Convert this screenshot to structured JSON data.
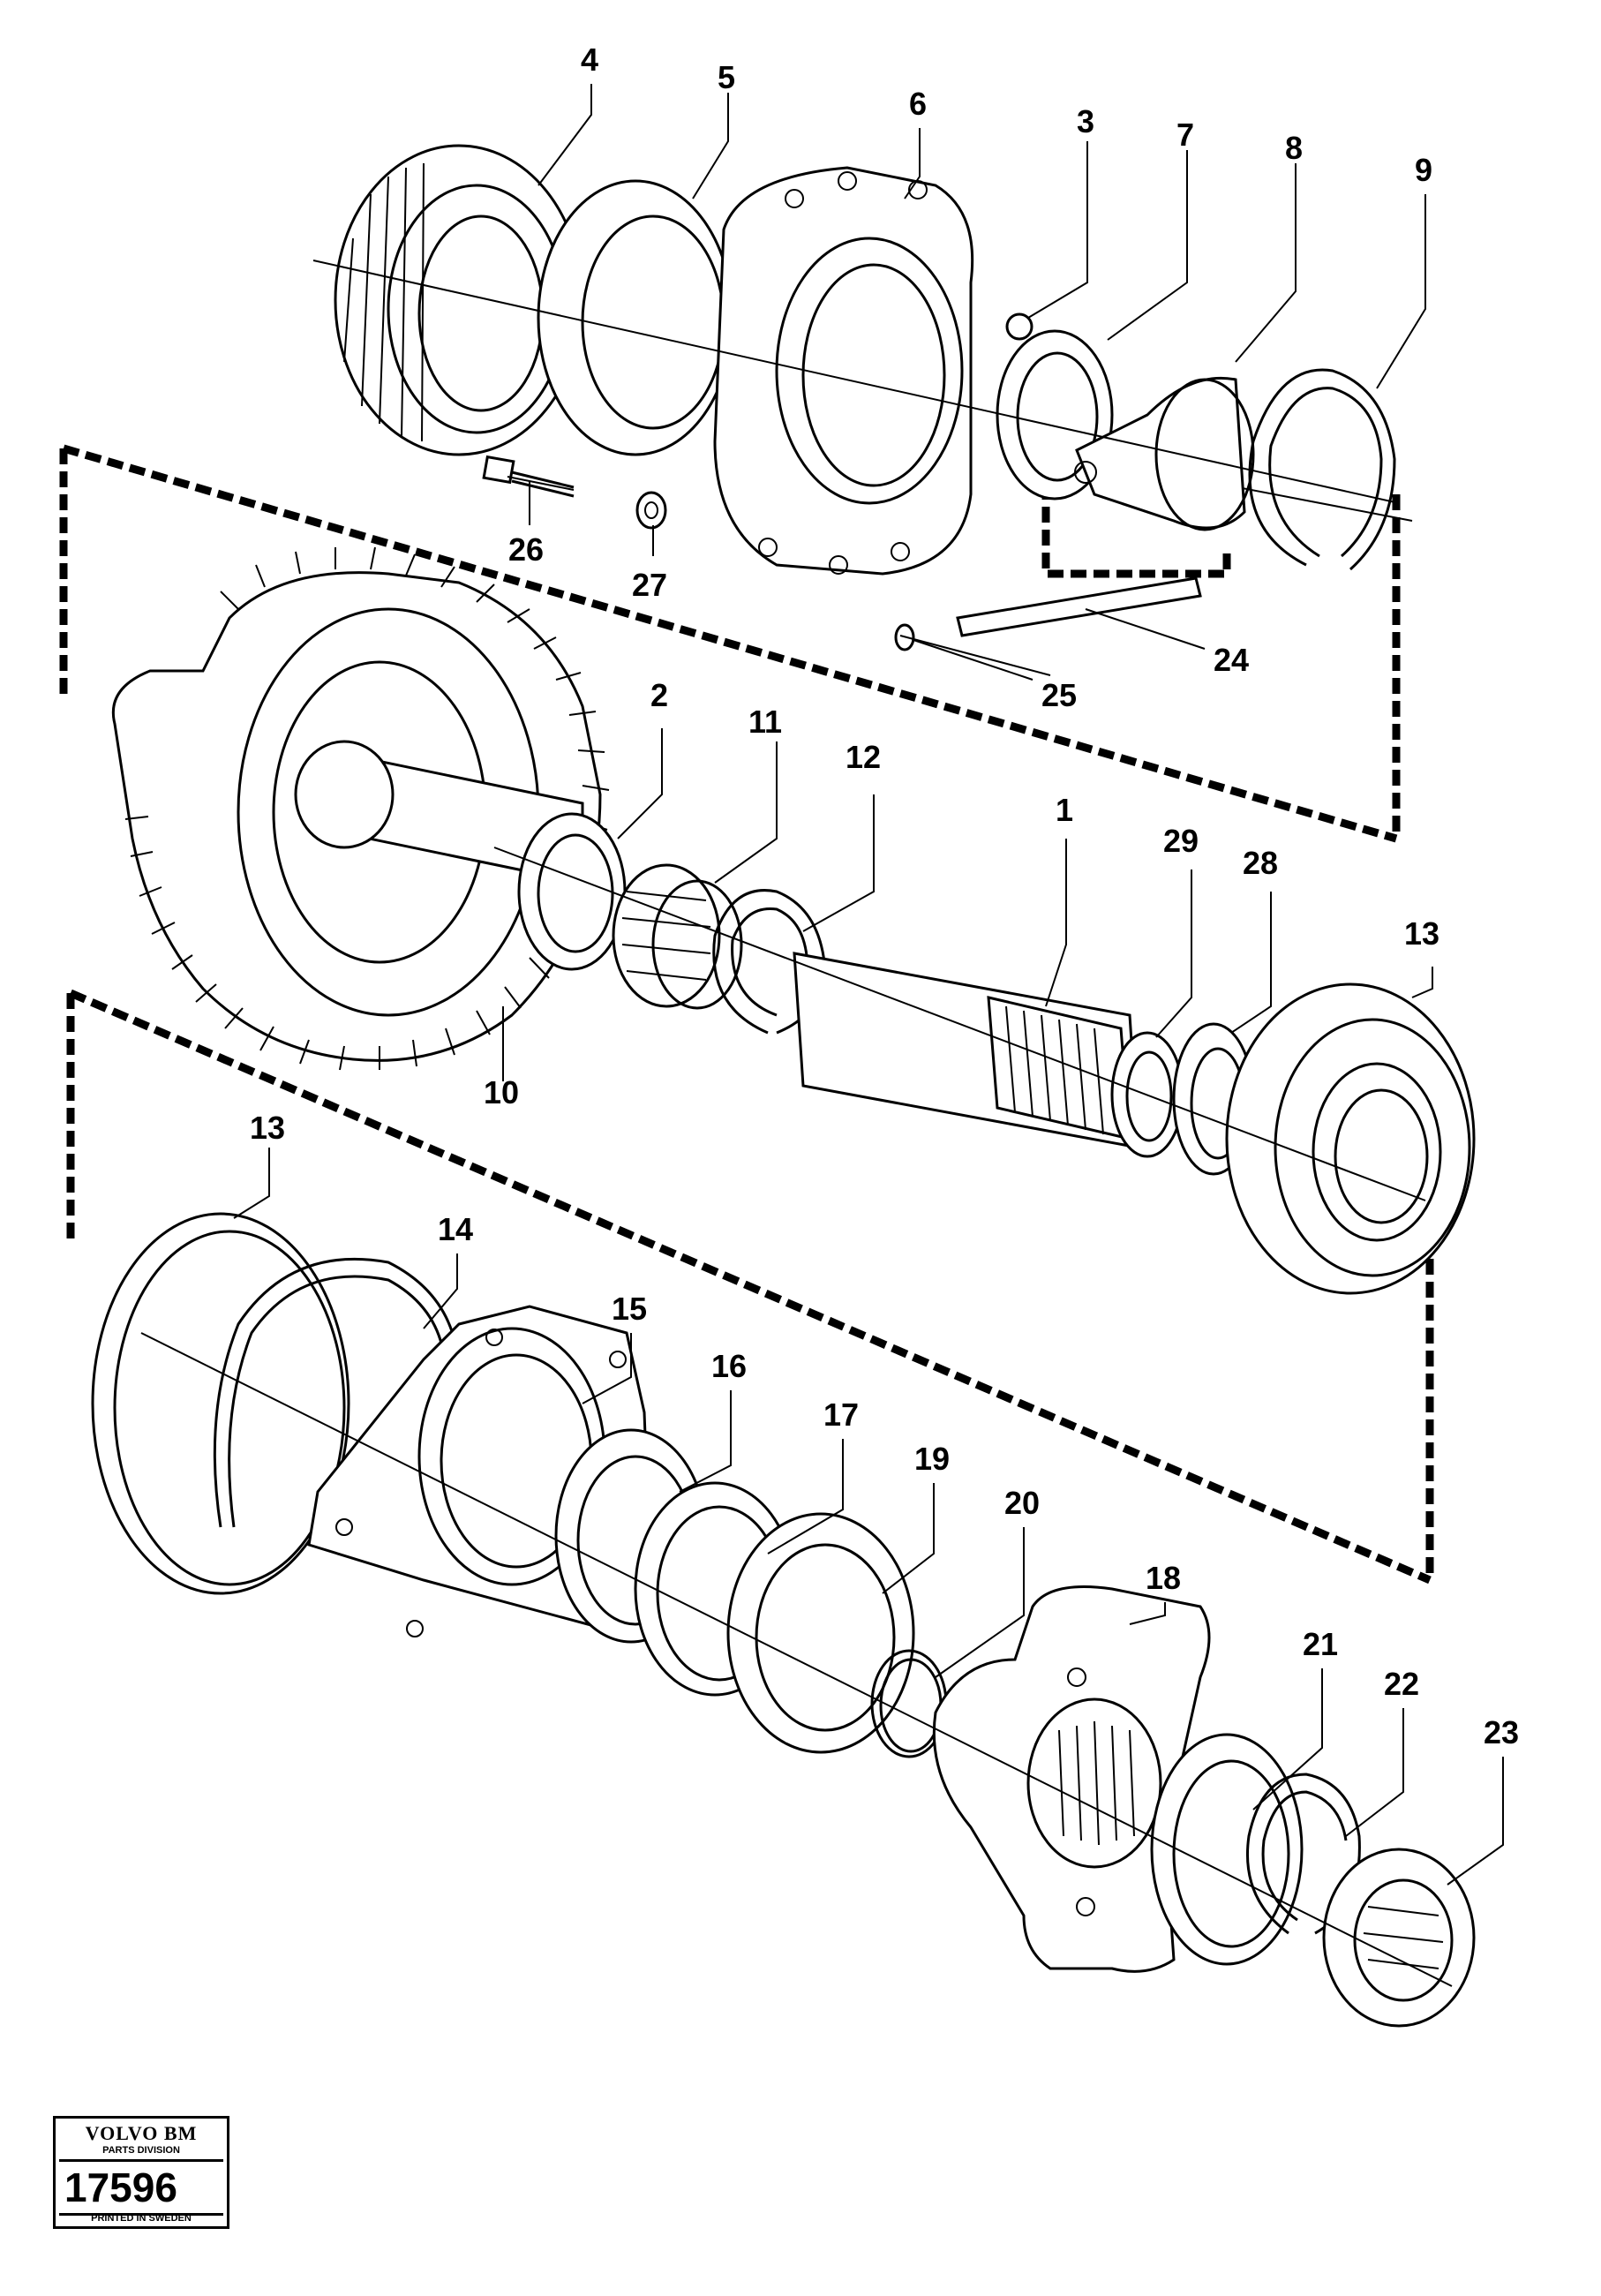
{
  "labels": {
    "l1": "1",
    "l2": "2",
    "l3": "3",
    "l4": "4",
    "l5": "5",
    "l6": "6",
    "l7": "7",
    "l8": "8",
    "l9": "9",
    "l10": "10",
    "l11": "11",
    "l12": "12",
    "l13a": "13",
    "l13b": "13",
    "l14": "14",
    "l15": "15",
    "l16": "16",
    "l17": "17",
    "l18": "18",
    "l19": "19",
    "l20": "20",
    "l21": "21",
    "l22": "22",
    "l23": "23",
    "l24": "24",
    "l25": "25",
    "l26": "26",
    "l27": "27",
    "l28": "28",
    "l29": "29"
  },
  "stamp": {
    "brand": "VOLVO BM",
    "division": "PARTS DIVISION",
    "number": "17596",
    "printed": "PRINTED IN SWEDEN"
  }
}
